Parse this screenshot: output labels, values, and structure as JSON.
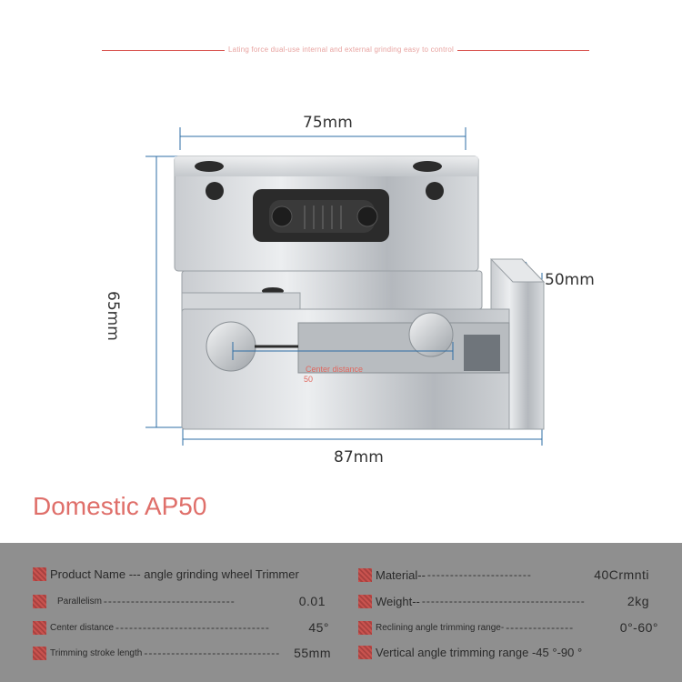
{
  "banner": "Lating force dual-use internal and external grinding easy to control",
  "dimensions": {
    "width_top": "75mm",
    "height": "65mm",
    "depth": "50mm",
    "width_bottom": "87mm",
    "center_note": "Center distance",
    "center_value": "50"
  },
  "model_title": "Domestic AP50",
  "colors": {
    "accent": "#df6f6a",
    "panel": "#8f8f8f",
    "bullet": "#c9534f"
  },
  "specs": {
    "product_name": {
      "label": "Product Name --- angle grinding wheel Trimmer"
    },
    "material": {
      "label": "Material--",
      "dots": "-----------------------",
      "value": "40Crmnti"
    },
    "parallelism": {
      "label": "Parallelism",
      "dots": "-----------------------------",
      "value": "0.01"
    },
    "weight": {
      "label": "Weight--",
      "dots": "------------------------------------",
      "value": "2kg"
    },
    "center_distance": {
      "label": "Center distance",
      "dots": "----------------------------------",
      "value": "45°"
    },
    "reclining_angle": {
      "label": "Reclining angle trimming range-",
      "dots": "---------------",
      "value": "0°-60°"
    },
    "trimming_stroke": {
      "label": "Trimming stroke length",
      "dots": "------------------------------",
      "value": "55mm"
    },
    "vertical_angle": {
      "label": "Vertical angle trimming range -45 °-90 °"
    }
  }
}
